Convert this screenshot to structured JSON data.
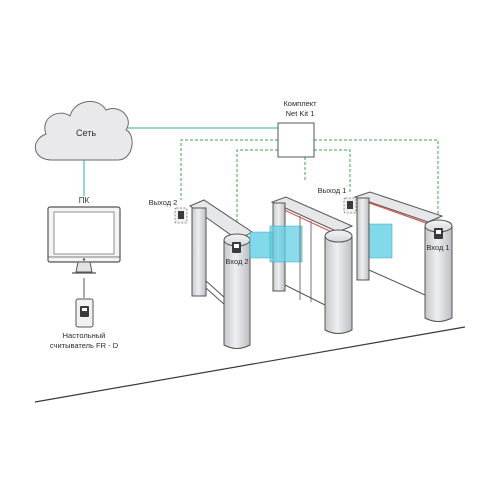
{
  "labels": {
    "cloud": "Сеть",
    "pc": "ПК",
    "kit_line1": "Комплект",
    "kit_line2": "Net Kit 1",
    "exit2": "Выход 2",
    "exit1": "Выход 1",
    "entry2": "Вход 2",
    "entry1": "Вход 1",
    "reader_line1": "Настольный",
    "reader_line2": "считыватель FR - D"
  },
  "colors": {
    "network_line": "#2fb3a6",
    "control_line": "#3fa34d",
    "glass": "#63cfe4",
    "stroke": "#555555",
    "cloud_fill": "#e9e9eb",
    "metal": "#cfd0d3",
    "red_stripe": "#d9534f"
  },
  "icons": [
    "cloud-icon",
    "monitor-icon",
    "card-reader-icon",
    "switch-box-icon",
    "reader-icon"
  ]
}
